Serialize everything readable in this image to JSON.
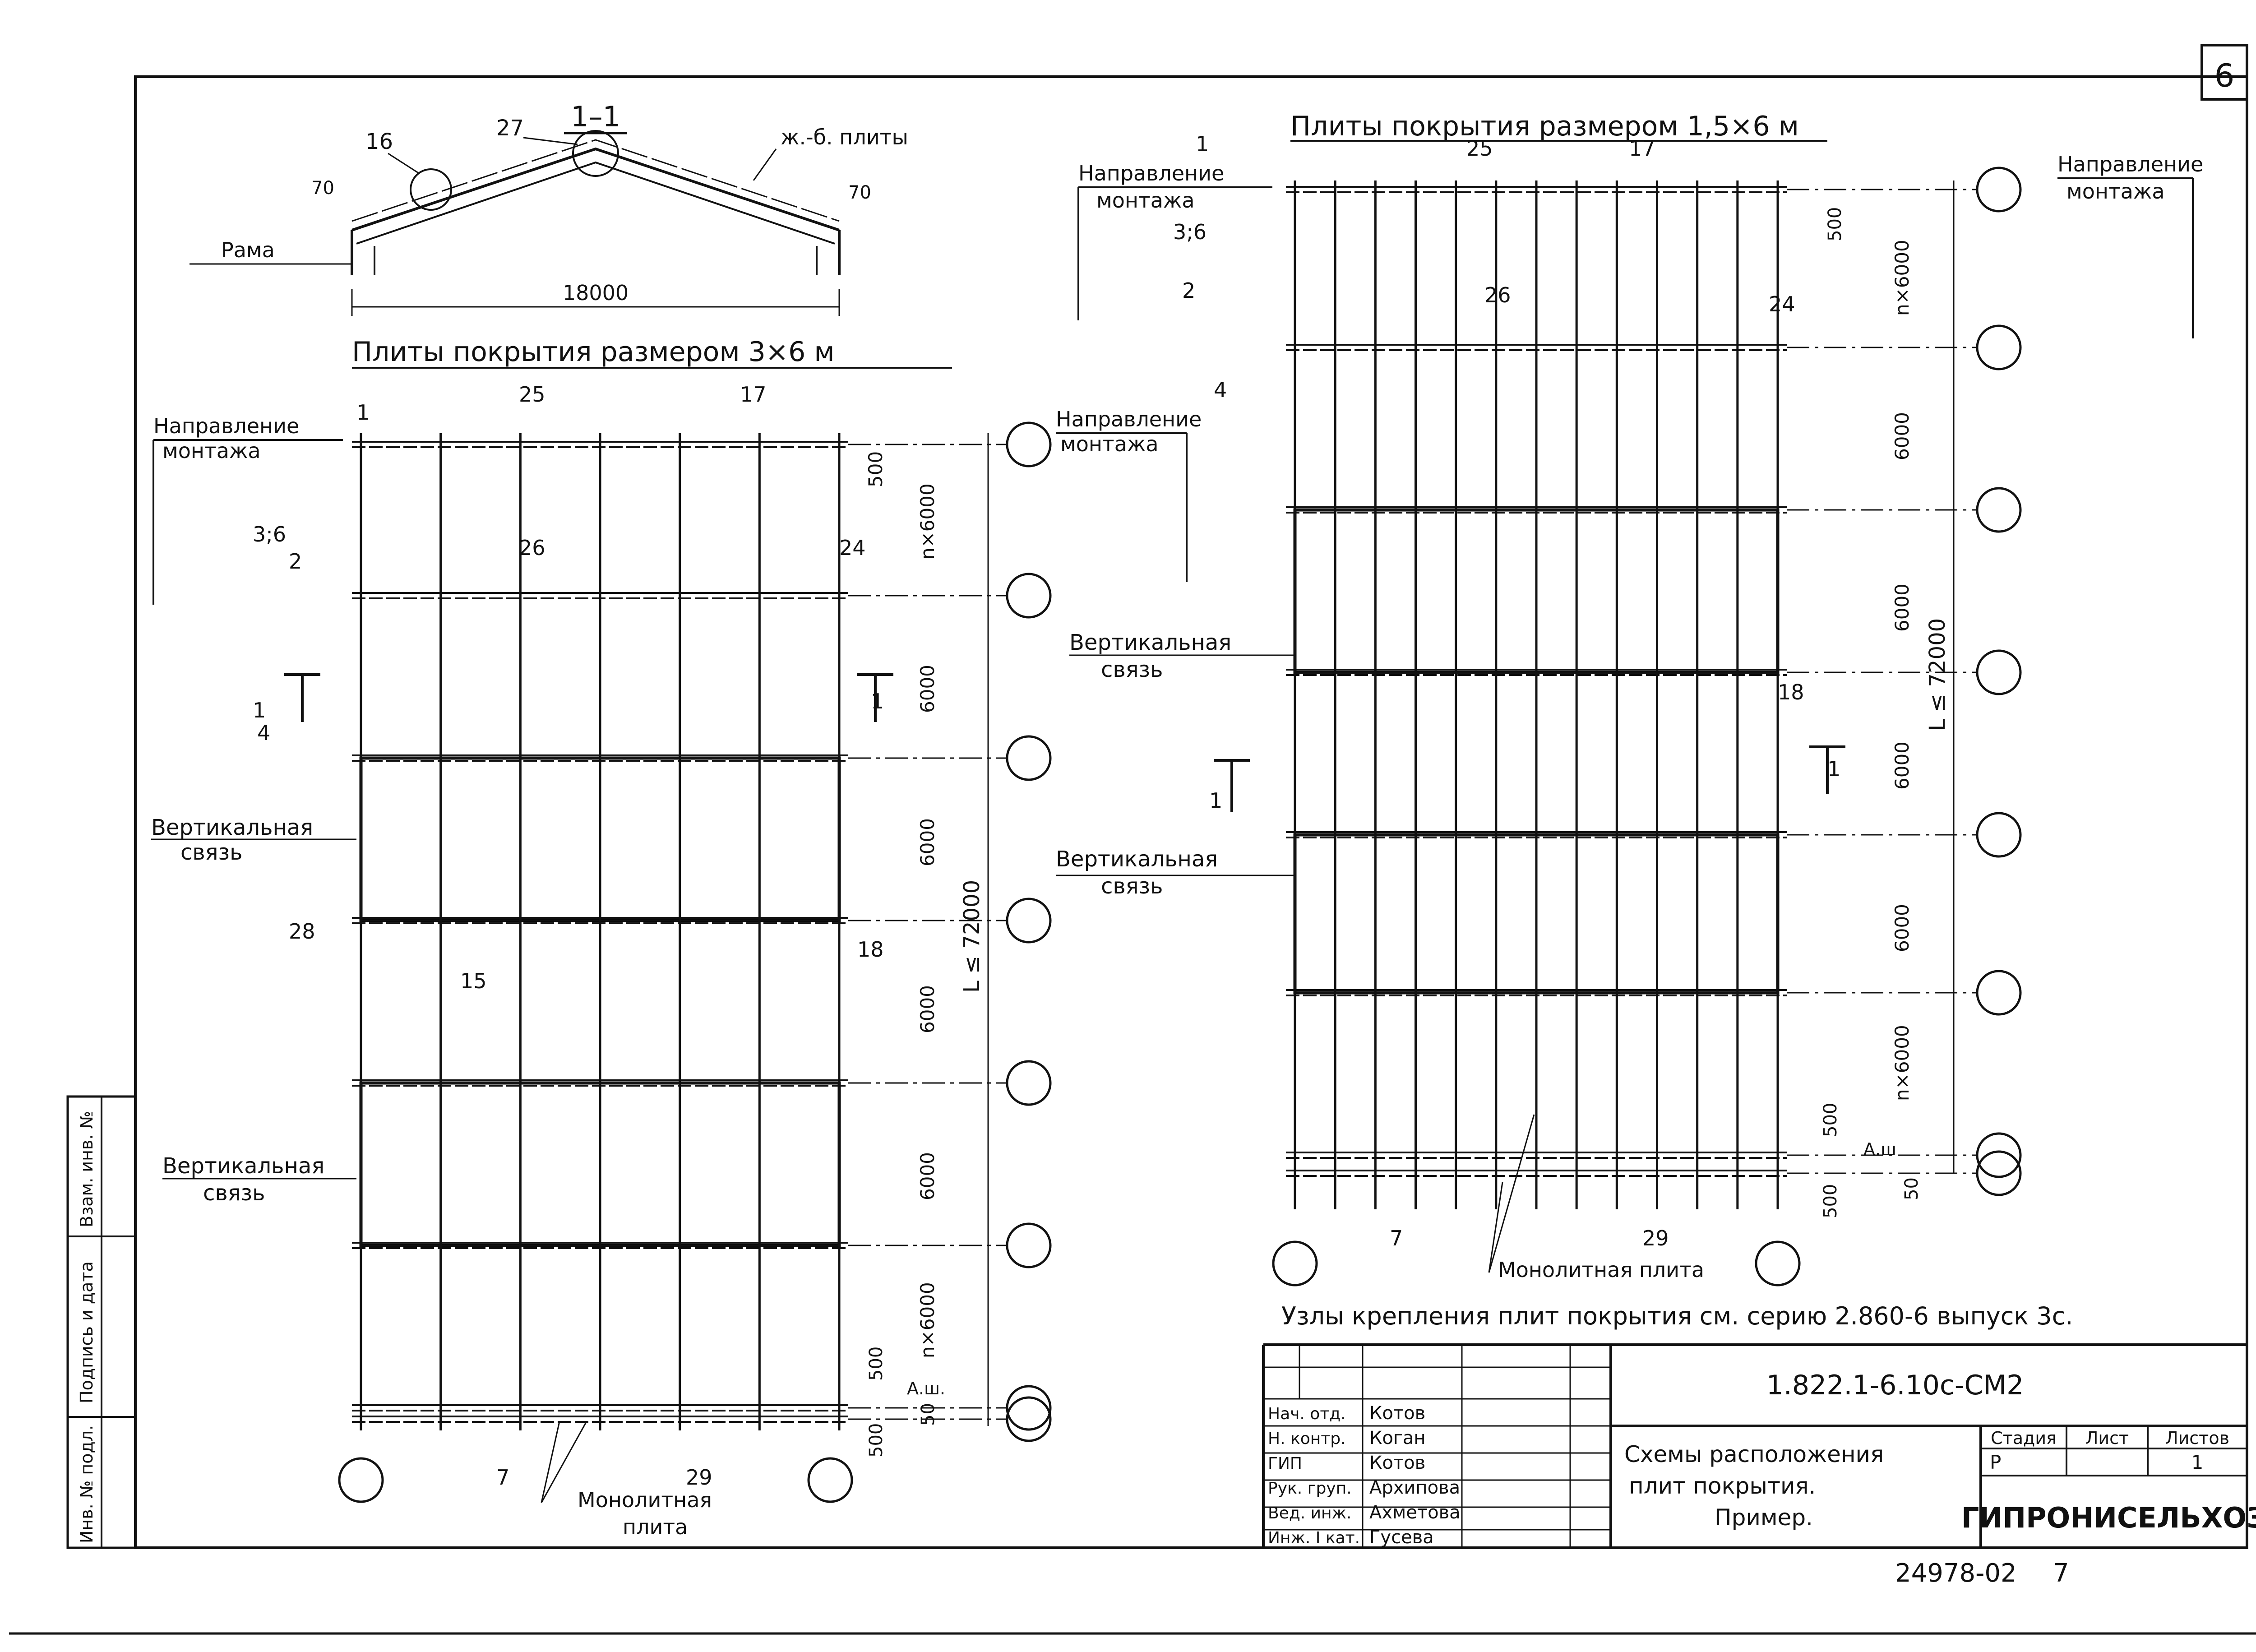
{
  "sheet_number": "6",
  "section": {
    "title": "1–1",
    "span": "18000",
    "frame_label": "Рама",
    "plates_label": "ж.-б. плиты",
    "dim_left": "70",
    "dim_right": "70",
    "nodes": [
      "16",
      "27"
    ]
  },
  "plan_3x6": {
    "title": "Плиты покрытия размером 3×6 м",
    "direction_left": [
      "Направление",
      "монтажа"
    ],
    "direction_right": [
      "Направление",
      "монтажа"
    ],
    "vertical_brace_1": [
      "Вертикальная",
      "связь"
    ],
    "vertical_brace_2": [
      "Вертикальная",
      "связь"
    ],
    "monolithic_plate": [
      "Монолитная",
      "плита"
    ],
    "dims": [
      "500",
      "n×6000",
      "6000",
      "6000",
      "6000",
      "6000",
      "n×6000",
      "500",
      "500",
      "50"
    ],
    "axis_label": "А.ш.",
    "total_length": "L ≤ 72000",
    "section_mark": "1",
    "node_labels": [
      "1",
      "25",
      "17",
      "3;6",
      "2",
      "26",
      "24",
      "4",
      "28",
      "15",
      "18",
      "7",
      "29"
    ]
  },
  "plan_15x6": {
    "title": "Плиты покрытия размером 1,5×6 м",
    "direction_left": [
      "Направление",
      "монтажа"
    ],
    "direction_right": [
      "Направление",
      "монтажа"
    ],
    "vertical_brace_1": [
      "Вертикальная",
      "связь"
    ],
    "vertical_brace_2": [
      "Вертикальная",
      "связь"
    ],
    "monolithic_plate": "Монолитная плита",
    "dims": [
      "500",
      "n×6000",
      "6000",
      "6000",
      "6000",
      "6000",
      "n×6000",
      "500",
      "500",
      "50"
    ],
    "axis_label": "А.ш",
    "total_length": "L ≤ 72000",
    "section_mark": "1",
    "node_labels": [
      "1",
      "25",
      "17",
      "3;6",
      "2",
      "26",
      "24",
      "4",
      "18",
      "7",
      "29"
    ]
  },
  "note": "Узлы крепления плит покрытия см. серию 2.860-6 выпуск 3с.",
  "title_block": {
    "code": "1.822.1-6.10с-СМ2",
    "drawing_title": [
      "Схемы расположения",
      "плит покрытия.",
      "Пример."
    ],
    "stage_header": "Стадия",
    "sheet_header": "Лист",
    "sheets_header": "Листов",
    "stage": "Р",
    "sheet": "",
    "sheets": "1",
    "organization": "ГИПРОНИСЕЛЬХОЗ",
    "roles": [
      {
        "role": "Нач. отд.",
        "name": "Котов"
      },
      {
        "role": "Н. контр.",
        "name": "Коган"
      },
      {
        "role": "ГИП",
        "name": "Котов"
      },
      {
        "role": "Рук. груп.",
        "name": "Архипова"
      },
      {
        "role": "Вед. инж.",
        "name": "Ахметова"
      },
      {
        "role": "Инж. I кат.",
        "name": "Гусева"
      }
    ]
  },
  "side_stamp": [
    "Инв. № подл.",
    "Подпись и дата",
    "Взам. инв. №"
  ],
  "footer_code": "24978-02",
  "footer_page": "7"
}
